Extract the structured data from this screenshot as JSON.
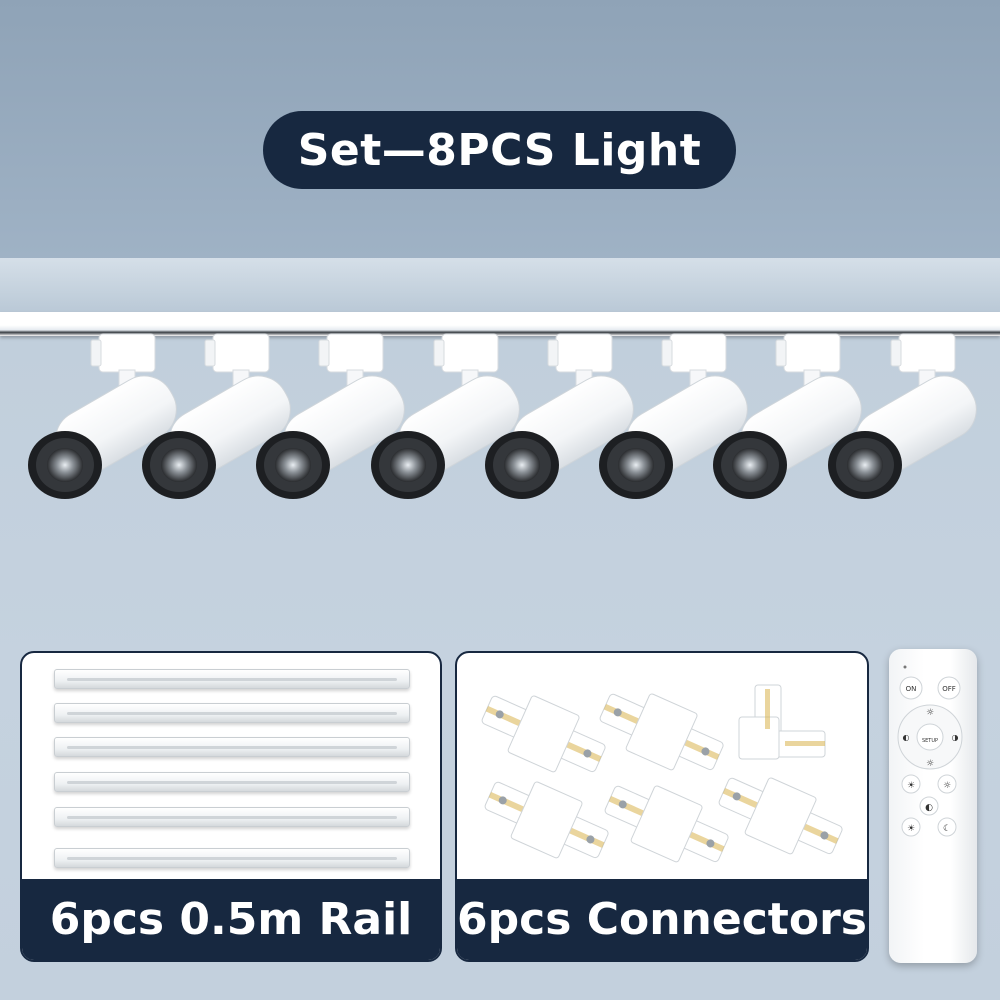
{
  "title": "Set—8PCS Light",
  "rail_panel": {
    "label": "6pcs 0.5m Rail",
    "rail_count": 6
  },
  "connector_panel": {
    "label": "6pcs Connectors"
  },
  "remote": {
    "on_label": "ON",
    "off_label": "OFF",
    "setup_label": "SETUP"
  },
  "colors": {
    "pill_dark": "#172840",
    "sky_blue": "#8fa3b7",
    "light_blue": "#c3d0dd",
    "white": "#ffffff"
  }
}
